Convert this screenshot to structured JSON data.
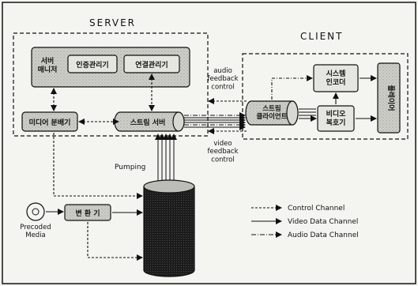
{
  "colors": {
    "background": "#f4f4f1",
    "screen_panel": "#c8c8c4",
    "box_fill": "#e6e6e1",
    "ink": "#111111",
    "storage_dark": "#222222"
  },
  "server": {
    "title": "SERVER",
    "server_manager": "서버\n매니저",
    "auth_manager": "인증관리기",
    "connection_manager": "연결관리기",
    "media_separator": "미디어 분배기",
    "streaming_server": "스트림 서버"
  },
  "client": {
    "title": "CLIENT",
    "system_encoder": "시스템\n인코더",
    "player": "플레이어",
    "streaming_client": "스트림\n클라이언트",
    "video_decoder": "비디오\n복호기"
  },
  "annotations": {
    "audio_feedback": "audio\nfeedback\ncontrol",
    "video_feedback": "video\nfeedback\ncontrol",
    "pumping": "Pumping",
    "precoded_media": "Precoded\nMedia",
    "converter": "변 환 기"
  },
  "legend": [
    {
      "style": "control",
      "label": "Control Channel"
    },
    {
      "style": "video",
      "label": "Video Data Channel"
    },
    {
      "style": "audio",
      "label": "Audio Data Channel"
    }
  ],
  "icons": {
    "precoded_media": "disc-icon",
    "media_storage": "database-cylinder-icon"
  }
}
